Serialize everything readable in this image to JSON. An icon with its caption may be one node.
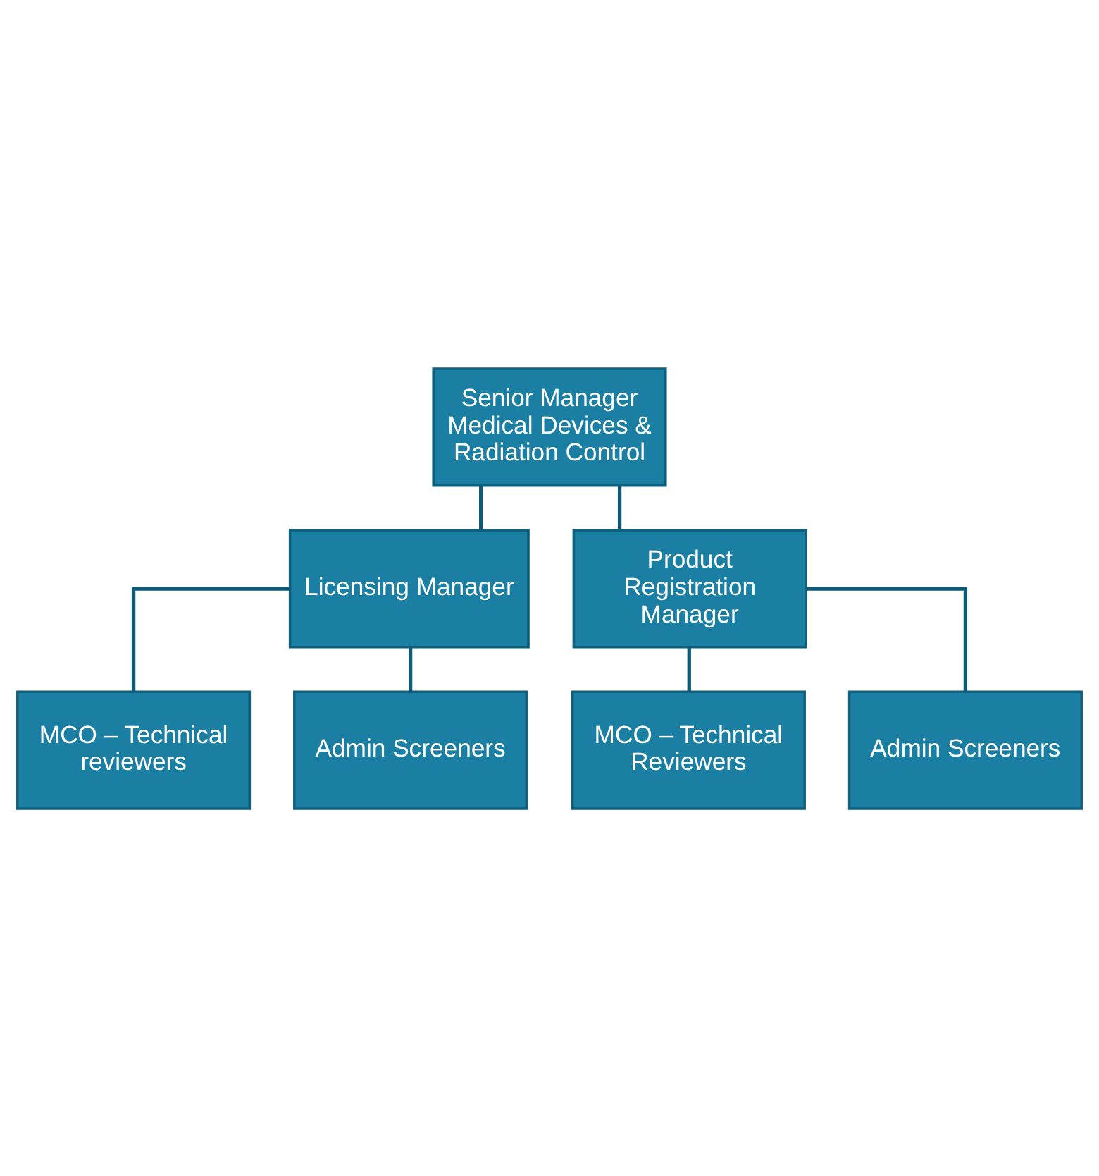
{
  "diagram": {
    "nodes": [
      {
        "text": [
          "Senior Manager Medical Devices & Radiation Control"
        ]
      },
      {
        "text": [
          "Licensing Manager"
        ]
      },
      {
        "text": [
          "Product Registration Manager"
        ]
      },
      {
        "text": [
          "MCO – Technical reviewers"
        ]
      },
      {
        "text": [
          "Admin Screeners"
        ]
      },
      {
        "text": [
          "MCO – Technical Reviewers"
        ]
      },
      {
        "text": [
          "Admin Screeners"
        ]
      }
    ],
    "edges": [
      {
        "from": 0,
        "to": 1,
        "arrow": "none"
      },
      {
        "from": 0,
        "to": 2,
        "arrow": "none"
      },
      {
        "from": 1,
        "to": 3,
        "arrow": "none"
      },
      {
        "from": 1,
        "to": 4,
        "arrow": "none"
      },
      {
        "from": 2,
        "to": 5,
        "arrow": "none"
      },
      {
        "from": 2,
        "to": 6,
        "arrow": "none"
      }
    ]
  }
}
